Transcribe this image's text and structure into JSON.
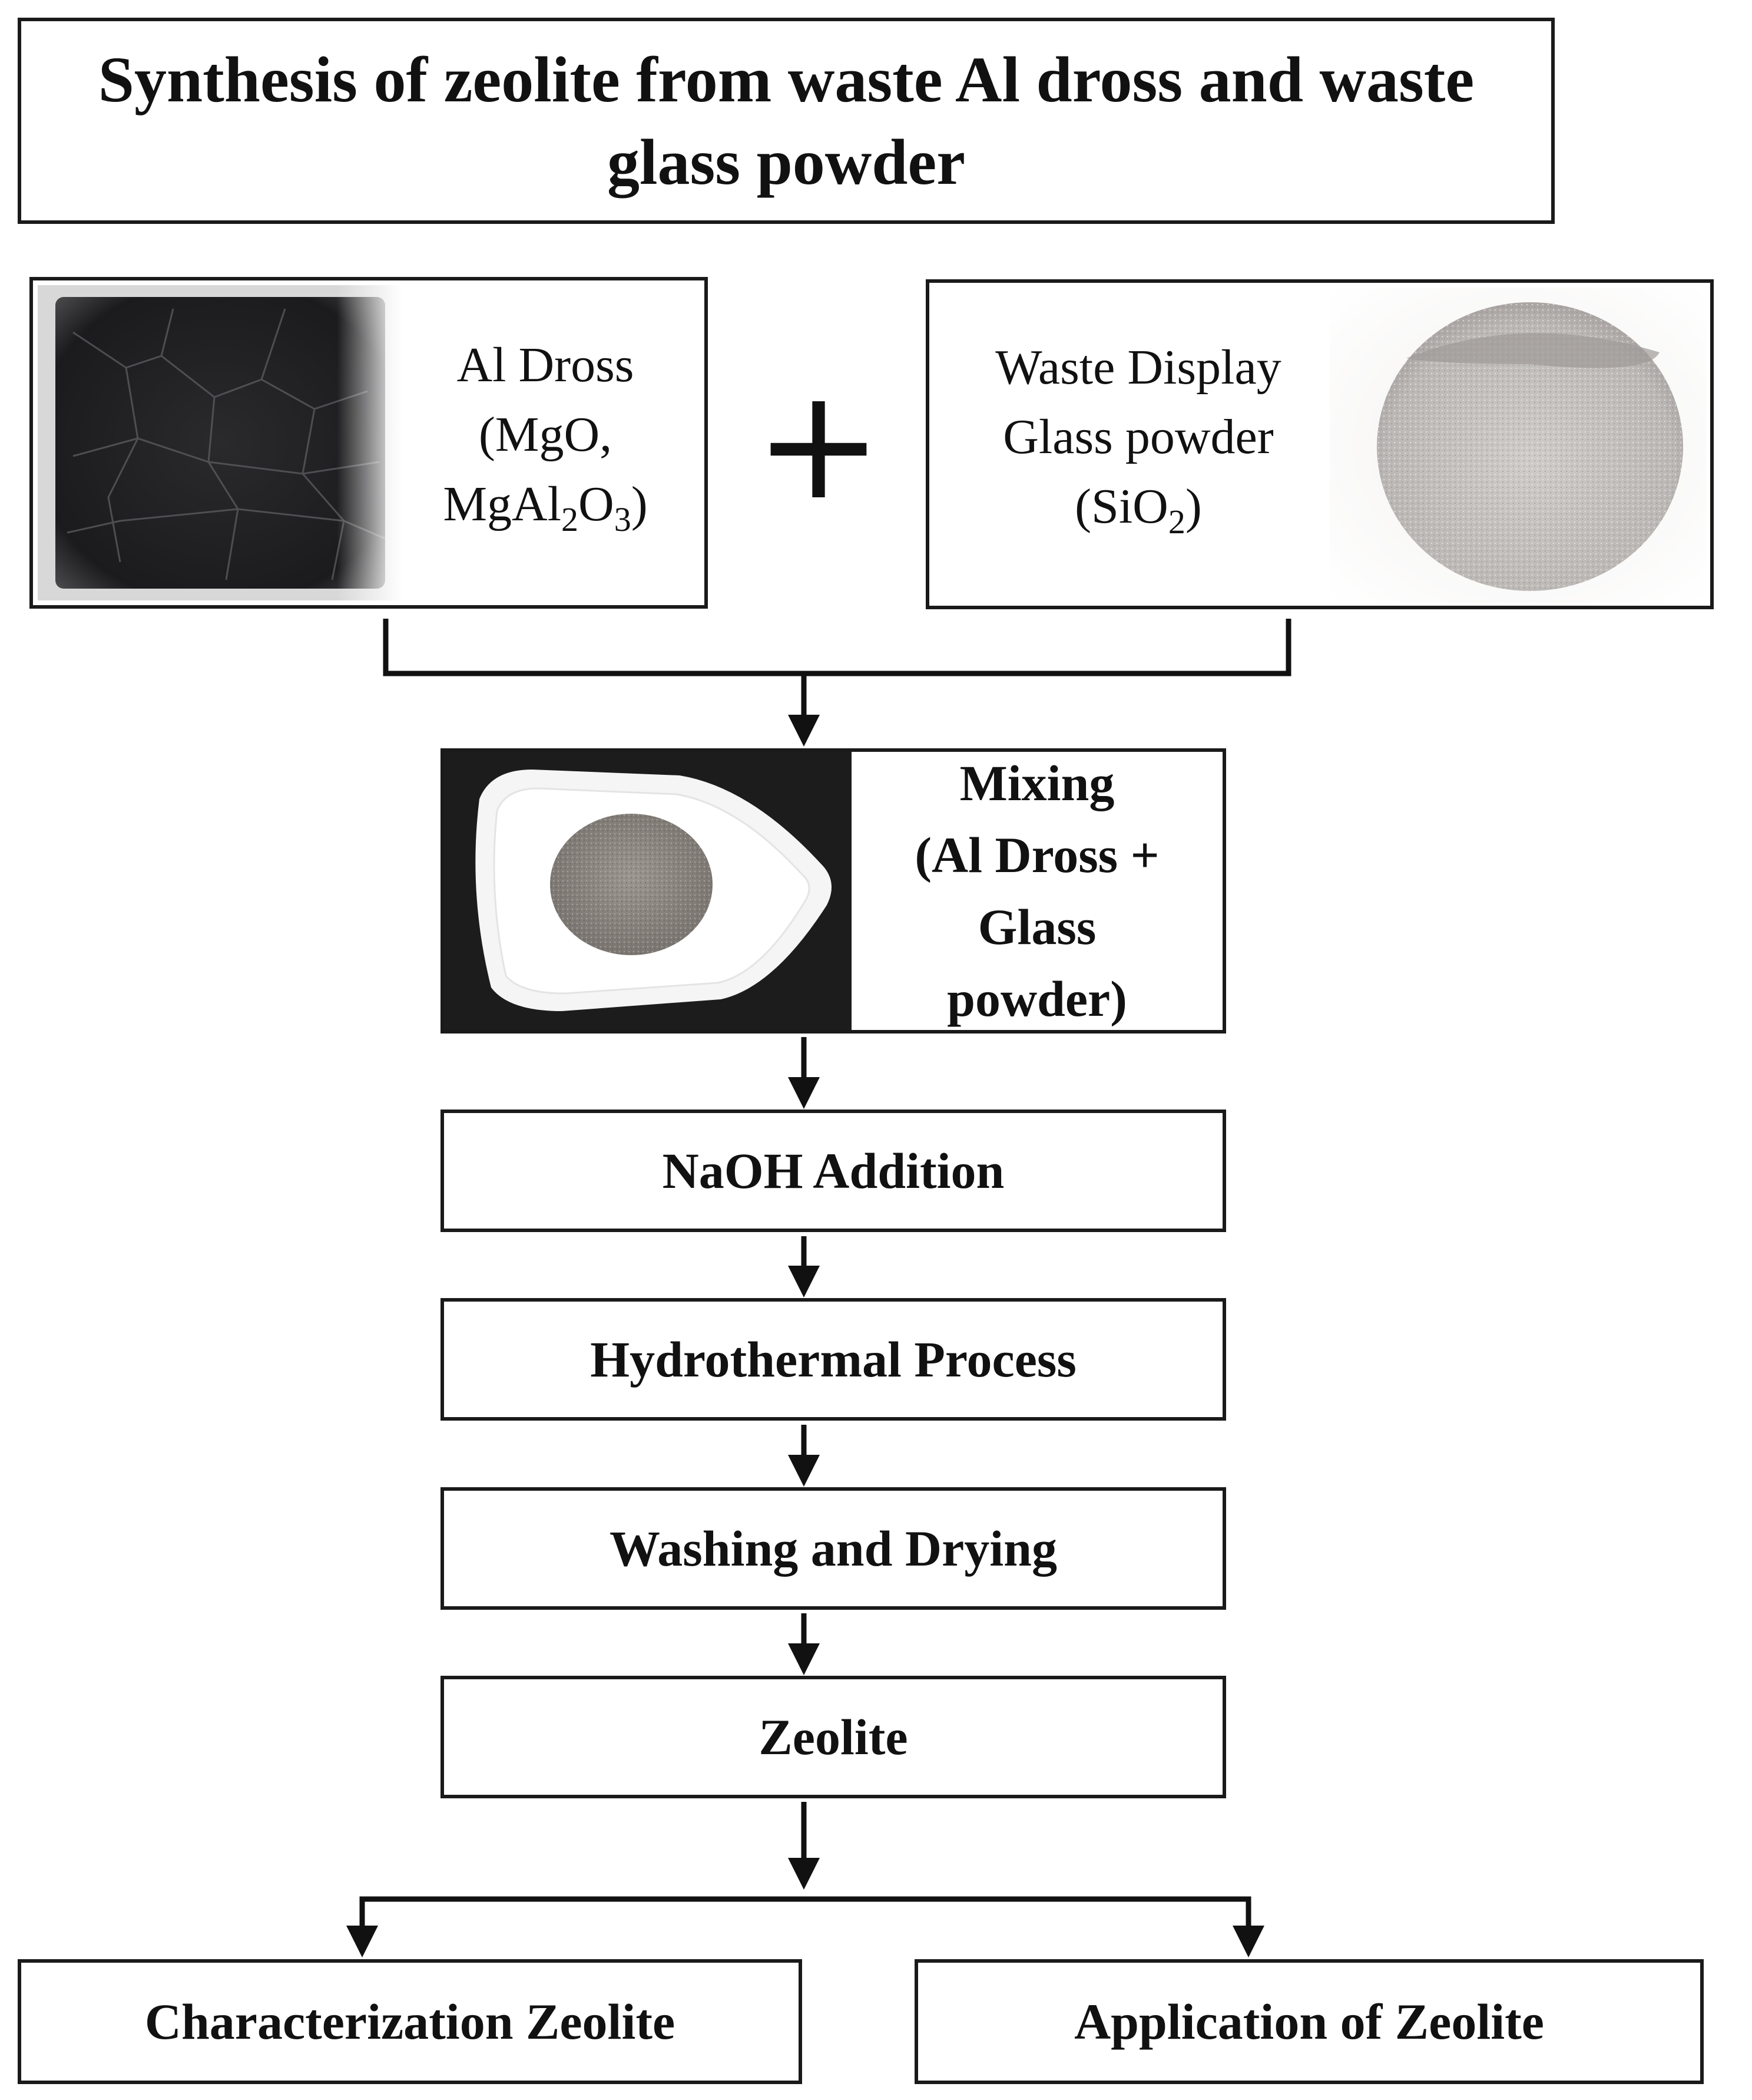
{
  "title": "Synthesis of zeolite from waste Al dross and waste glass powder",
  "inputs": {
    "dross": {
      "line1": "Al Dross",
      "line2": "(MgO,",
      "line3_prefix": "MgAl",
      "sub1": "2",
      "line3_mid": "O",
      "sub2": "3",
      "line3_suffix": ")",
      "photo_icon": "black-dross-photo-icon"
    },
    "plus": "+",
    "glass": {
      "line1": "Waste Display",
      "line2": "Glass powder",
      "line3_prefix": "(SiO",
      "sub1": "2",
      "line3_suffix": ")",
      "photo_icon": "glass-powder-photo-icon"
    }
  },
  "mixing": {
    "line1": "Mixing",
    "line2": "(Al Dross +",
    "line3": "Glass",
    "line4": "powder)",
    "photo_icon": "mixed-powder-dish-photo-icon"
  },
  "steps": {
    "naoh": "NaOH Addition",
    "hydrothermal": "Hydrothermal Process",
    "washing": "Washing and Drying",
    "zeolite": "Zeolite"
  },
  "outputs": {
    "characterization": "Characterization Zeolite",
    "application": "Application of Zeolite"
  },
  "colors": {
    "line": "#111111",
    "dross": "#1b1b1d",
    "glass_powder": "#c9c6c4",
    "mix_powder": "#8a8580",
    "dish": "#f4f4f4"
  }
}
